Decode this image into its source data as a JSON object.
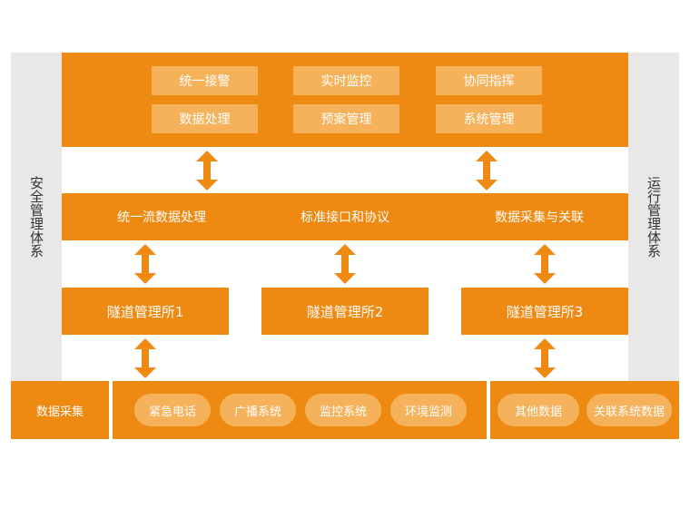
{
  "colors": {
    "primary": "#ee8a12",
    "light": "#f6b25a",
    "panel": "#e8e8e8",
    "arrow": "#ee8a12"
  },
  "left_panel": {
    "label": "安全管理体系"
  },
  "right_panel": {
    "label": "运行管理体系"
  },
  "top_functions": [
    "统一接警",
    "实时监控",
    "协同指挥",
    "数据处理",
    "预案管理",
    "系统管理"
  ],
  "middle_bar": [
    "统一流数据处理",
    "标准接口和协议",
    "数据采集与关联"
  ],
  "stations": [
    "隧道管理所1",
    "隧道管理所2",
    "隧道管理所3"
  ],
  "bottom": {
    "label": "数据采集",
    "group1": [
      "紧急电话",
      "广播系统",
      "监控系统",
      "环境监测"
    ],
    "group2": [
      "其他数据",
      "关联系统数据"
    ]
  },
  "icons": {
    "arrow": "double-headed-vertical-arrow-icon"
  }
}
